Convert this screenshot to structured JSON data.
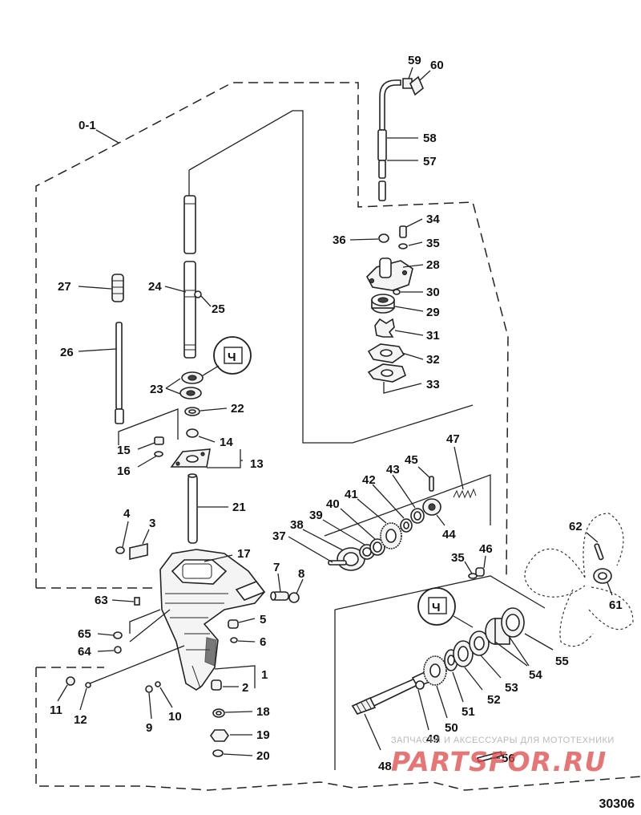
{
  "diagram": {
    "number": "30306",
    "callouts": {
      "c01": "0-1",
      "c1": "1",
      "c2": "2",
      "c3": "3",
      "c4": "4",
      "c5": "5",
      "c6": "6",
      "c7": "7",
      "c8": "8",
      "c9": "9",
      "c10": "10",
      "c11": "11",
      "c12": "12",
      "c13": "13",
      "c14": "14",
      "c15": "15",
      "c16": "16",
      "c17": "17",
      "c18": "18",
      "c19": "19",
      "c20": "20",
      "c21": "21",
      "c22": "22",
      "c23": "23",
      "c24": "24",
      "c25": "25",
      "c26": "26",
      "c27": "27",
      "c28": "28",
      "c29": "29",
      "c30": "30",
      "c31": "31",
      "c32": "32",
      "c33": "33",
      "c34": "34",
      "c35a": "35",
      "c35b": "35",
      "c36": "36",
      "c37": "37",
      "c38": "38",
      "c39": "39",
      "c40": "40",
      "c41": "41",
      "c42": "42",
      "c43": "43",
      "c44": "44",
      "c45": "45",
      "c46": "46",
      "c47": "47",
      "c48": "48",
      "c49": "49",
      "c50": "50",
      "c51": "51",
      "c52": "52",
      "c53": "53",
      "c54": "54",
      "c55": "55",
      "c56": "56",
      "c57": "57",
      "c58": "58",
      "c59": "59",
      "c60": "60",
      "c61": "61",
      "c62": "62",
      "c63": "63",
      "c64": "64",
      "c65": "65"
    },
    "lube_symbol": "Ч"
  },
  "watermark": {
    "tagline": "ЗАПЧАСТИ И АКСЕССУАРЫ ДЛЯ МОТОТЕХНИКИ",
    "brand": "PARTSFOR.RU"
  }
}
